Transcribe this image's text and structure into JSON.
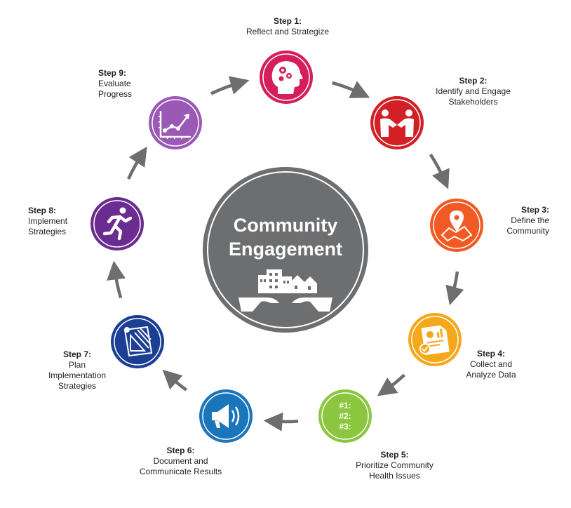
{
  "center": {
    "title_line1": "Community",
    "title_line2": "Engagement",
    "icon": "community-hands-icon",
    "color": "#6d6e70"
  },
  "arrow_color": "#6d6e70",
  "steps": [
    {
      "step": "Step 1:",
      "lines": [
        "Reflect and Strategize"
      ],
      "icon": "head-gears-icon",
      "color": "#d41f5b"
    },
    {
      "step": "Step 2:",
      "lines": [
        "Identify and Engage",
        "Stakeholders"
      ],
      "icon": "handshake-icon",
      "color": "#d32027"
    },
    {
      "step": "Step 3:",
      "lines": [
        "Define the",
        "Community"
      ],
      "icon": "map-pin-icon",
      "color": "#f15a22"
    },
    {
      "step": "Step 4:",
      "lines": [
        "Collect and",
        "Analyze Data"
      ],
      "icon": "data-report-icon",
      "color": "#f5a81c"
    },
    {
      "step": "Step 5:",
      "lines": [
        "Prioritize Community",
        "Health Issues"
      ],
      "icon": "priority-list-icon",
      "color": "#8cc63f",
      "icon_text": [
        "#1:",
        "#2:",
        "#3:"
      ]
    },
    {
      "step": "Step 6:",
      "lines": [
        "Document and",
        "Communicate Results"
      ],
      "icon": "megaphone-icon",
      "color": "#1b75bb"
    },
    {
      "step": "Step 7:",
      "lines": [
        "Plan",
        "Implementation",
        "Strategies"
      ],
      "icon": "blueprint-icon",
      "color": "#1c3f94"
    },
    {
      "step": "Step 8:",
      "lines": [
        "Implement",
        "Strategies"
      ],
      "icon": "running-person-icon",
      "color": "#6a2c91"
    },
    {
      "step": "Step 9:",
      "lines": [
        "Evaluate",
        "Progress"
      ],
      "icon": "line-chart-icon",
      "color": "#9b59b6"
    }
  ]
}
